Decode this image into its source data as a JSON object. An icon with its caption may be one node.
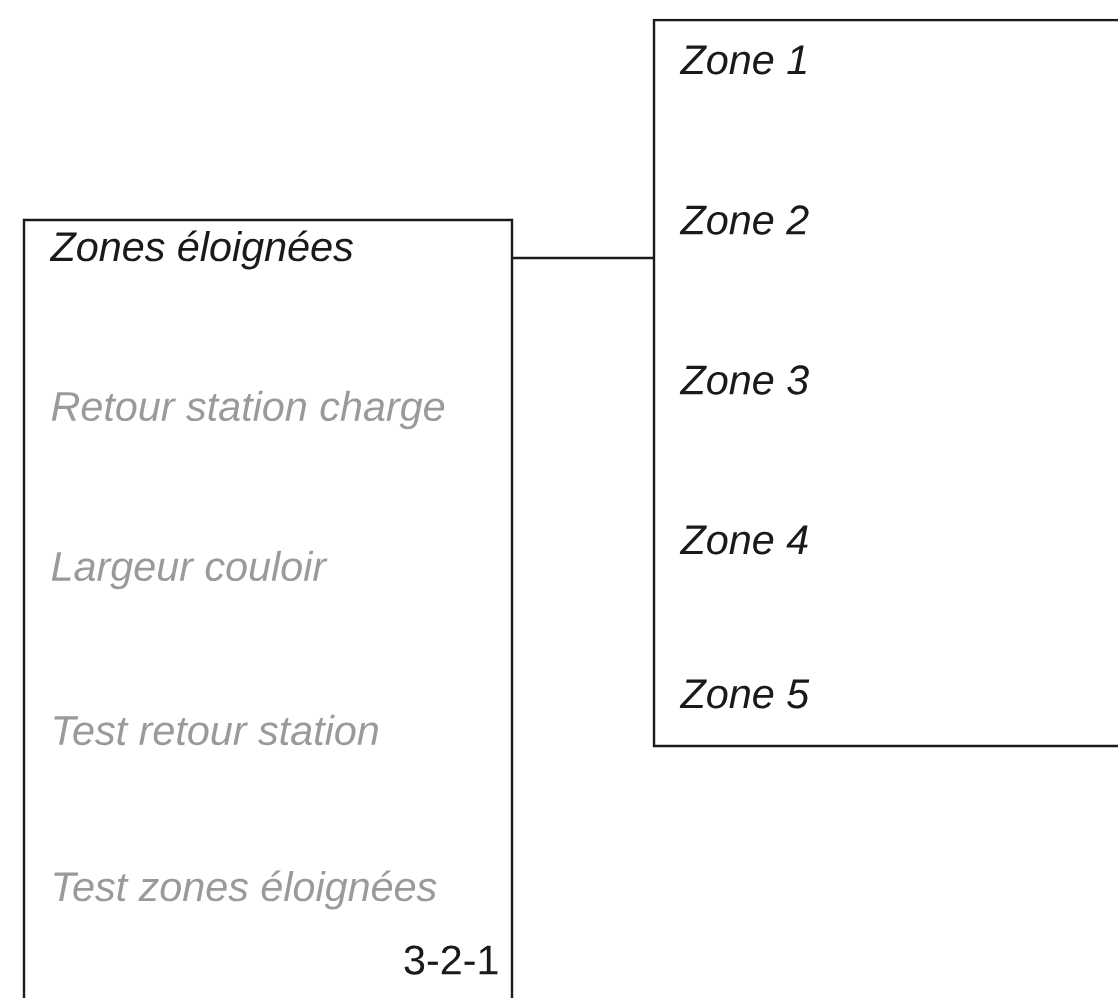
{
  "diagram": {
    "nodes": [
      {
        "text": [
          "Zones éloignées",
          "Retour station charge",
          "Largeur couloir",
          "Test retour station",
          "Test zones éloignées"
        ]
      },
      {
        "text": [
          "Zone 1",
          "Zone 2",
          "Zone 3",
          "Zone 4",
          "Zone 5"
        ]
      }
    ],
    "edges": [
      {
        "from": 0,
        "to": 1,
        "arrow": "none"
      }
    ],
    "labels": [
      "3-2-1"
    ]
  }
}
